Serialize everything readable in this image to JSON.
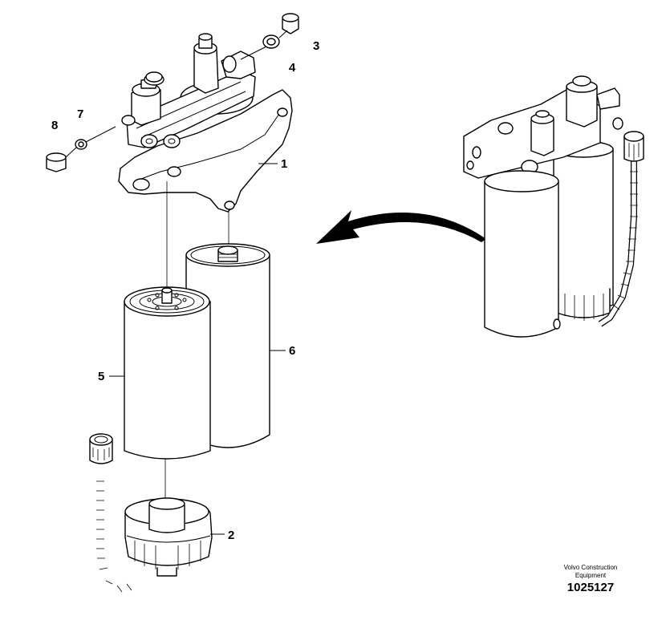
{
  "callouts": {
    "p1": "1",
    "p2": "2",
    "p3": "3",
    "p4": "4",
    "p5": "5",
    "p6": "6",
    "p7": "7",
    "p8": "8"
  },
  "footer": {
    "brand_line1": "Volvo Construction",
    "brand_line2": "Equipment",
    "doc_number": "1025127"
  }
}
